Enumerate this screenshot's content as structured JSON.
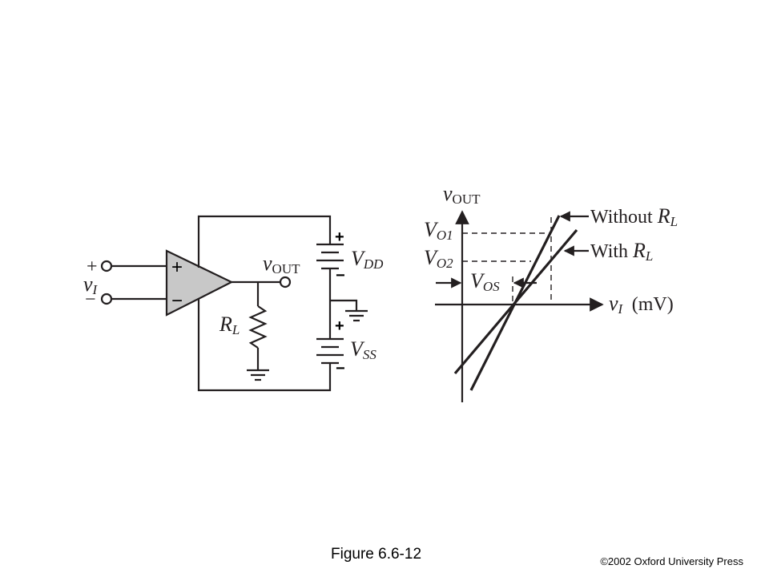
{
  "circuit": {
    "input_plus": "+",
    "input_minus": "−",
    "input_v": "v",
    "input_sub": "I",
    "opamp_plus": "+",
    "opamp_minus": "−",
    "vout_v": "v",
    "vout_sub": "OUT",
    "rl_r": "R",
    "rl_sub": "L",
    "vdd_v": "V",
    "vdd_sub": "DD",
    "vdd_plus": "+",
    "vdd_minus": "−",
    "vss_v": "V",
    "vss_sub": "SS",
    "vss_plus": "+",
    "vss_minus": "−",
    "ground_minus": "-"
  },
  "graph": {
    "y_label_v": "v",
    "y_label_sub": "OUT",
    "x_label_v": "v",
    "x_label_sub": "I",
    "x_unit": "(mV)",
    "vo1_v": "V",
    "vo1_sub": "O1",
    "vo2_v": "V",
    "vo2_sub": "O2",
    "vos_v": "V",
    "vos_sub": "OS",
    "without_text": "Without ",
    "without_r": "R",
    "without_sub": "L",
    "with_text": "With ",
    "with_r": "R",
    "with_sub": "L"
  },
  "caption": "Figure 6.6-12",
  "copyright": "©2002 Oxford University Press"
}
